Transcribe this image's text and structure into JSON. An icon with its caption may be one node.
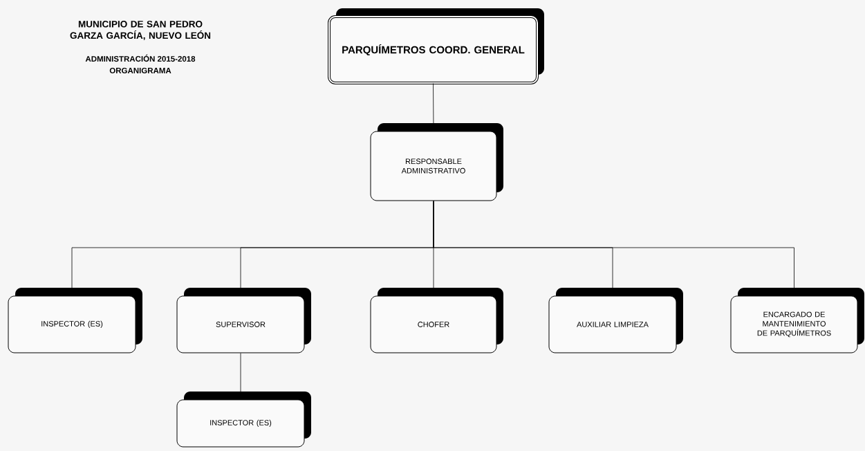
{
  "diagram": {
    "title": "MUNICIPIO DE SAN PEDRO GARZA GARCÍA, NUEVO LEÓN",
    "nodes": [
      {
        "text": [
          "PARQUÍMETROS COORD. GENERAL"
        ]
      },
      {
        "text": [
          "RESPONSABLE ADMINISTRATIVO"
        ]
      },
      {
        "text": [
          "INSPECTOR (ES)"
        ]
      },
      {
        "text": [
          "SUPERVISOR"
        ]
      },
      {
        "text": [
          "CHOFER"
        ]
      },
      {
        "text": [
          "AUXILIAR LIMPIEZA"
        ]
      },
      {
        "text": [
          "ENCARGADO DE MANTENIMIENTO DE PARQUÍMETROS"
        ]
      },
      {
        "text": [
          "INSPECTOR (ES)"
        ]
      }
    ],
    "edges": [
      {
        "from": 0,
        "to": 1,
        "arrow": "none"
      },
      {
        "from": 1,
        "to": 2,
        "arrow": "none"
      },
      {
        "from": 1,
        "to": 3,
        "arrow": "none"
      },
      {
        "from": 1,
        "to": 4,
        "arrow": "none"
      },
      {
        "from": 1,
        "to": 5,
        "arrow": "none"
      },
      {
        "from": 1,
        "to": 6,
        "arrow": "none"
      },
      {
        "from": 3,
        "to": 7,
        "arrow": "none"
      }
    ],
    "labels": [
      "ADMINISTRACIÓN 2015-2018",
      "ORGANIGRAMA"
    ]
  }
}
